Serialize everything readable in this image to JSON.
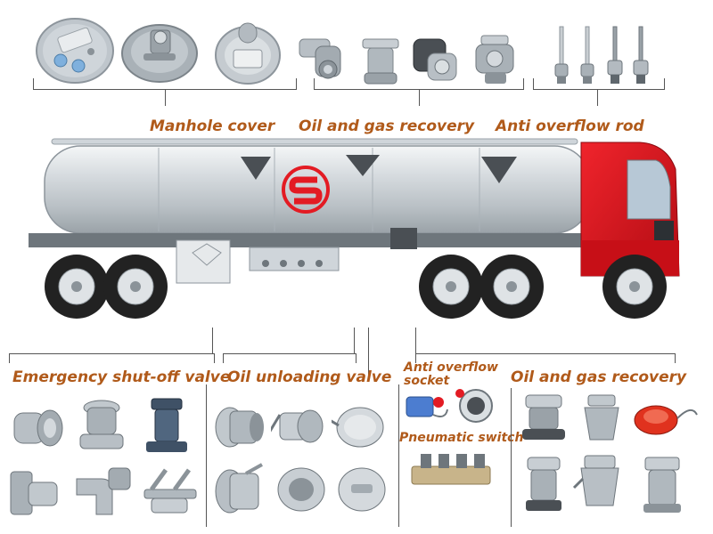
{
  "labels": {
    "manhole_cover": "Manhole cover",
    "oil_gas_recovery_top": "Oil and gas recovery",
    "anti_overflow_rod": "Anti overflow rod",
    "emergency_valve": "Emergency shut-off valve",
    "oil_unloading_valve": "Oil unloading valve",
    "anti_overflow_socket_line1": "Anti overflow",
    "anti_overflow_socket_line2": "socket",
    "pneumatic_switch": "Pneumatic switch",
    "oil_gas_recovery_bottom": "Oil and gas recovery"
  },
  "colors": {
    "label": "#b05a1a",
    "cab": "#e0121b",
    "tank": "#d9dde0",
    "logo": "#e31b23",
    "line": "#555555"
  },
  "icons": {
    "logo": "red-s-logo",
    "truck": "fuel-tanker-truck"
  }
}
